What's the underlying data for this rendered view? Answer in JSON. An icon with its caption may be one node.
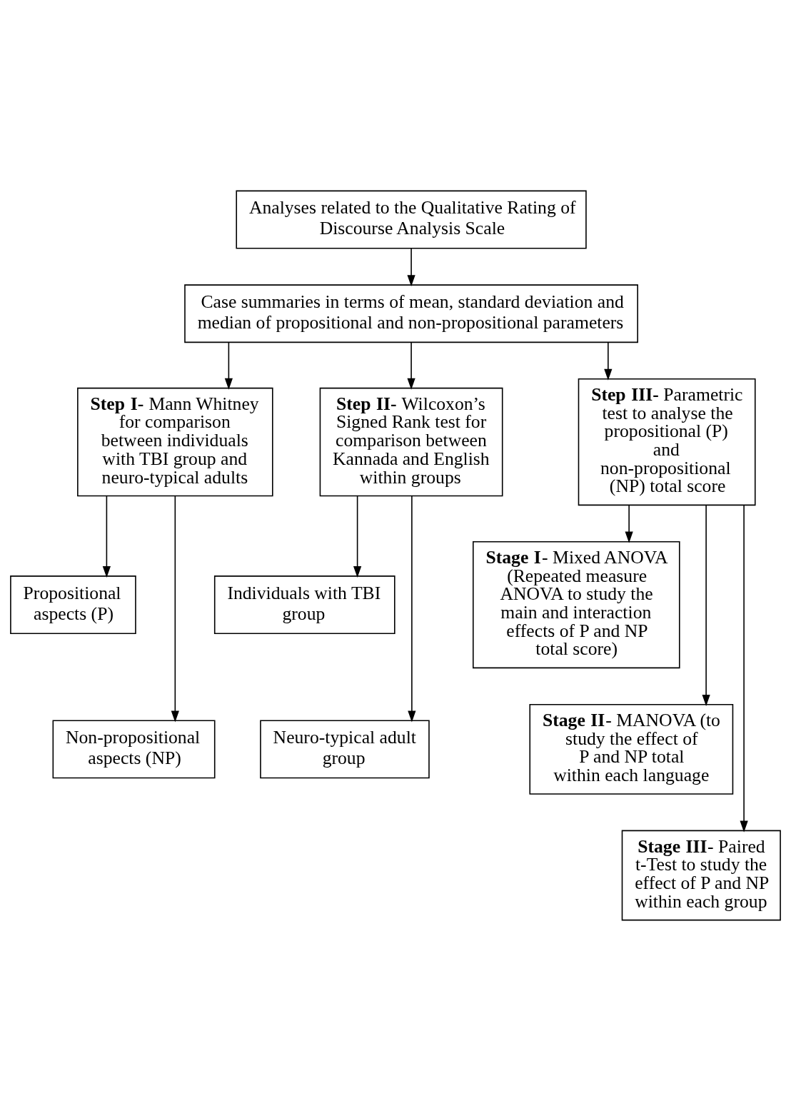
{
  "diagram": {
    "nodes": [
      {
        "text": [
          "Analyses related to the Qualitative Rating of Discourse Analysis Scale"
        ]
      },
      {
        "text": [
          "Case summaries in terms of mean, standard deviation and median of propositional and non-propositional parameters"
        ]
      },
      {
        "text": [
          "**Step I-** Mann Whitney for comparison between individuals with TBI group and neuro-typical adults"
        ]
      },
      {
        "text": [
          "**Step II-** Wilcoxon’s Signed Rank test for comparison between Kannada and English within groups"
        ]
      },
      {
        "text": [
          "**Step III-** Parametric test to analyse the propositional (P) and non-propositional (NP) total score"
        ]
      },
      {
        "text": [
          "Propositional aspects (P)"
        ]
      },
      {
        "text": [
          "Non-propositional aspects (NP)"
        ]
      },
      {
        "text": [
          "Individuals with TBI group"
        ]
      },
      {
        "text": [
          "Neuro-typical adult group"
        ]
      },
      {
        "text": [
          "**Stage I**- Mixed ANOVA (Repeated measure ANOVA to study the main and interaction effects of P and NP total score)"
        ]
      },
      {
        "text": [
          "**Stage II**- MANOVA (to study the effect of P and NP total within each language"
        ]
      },
      {
        "text": [
          "**Stage III**- Paired t-Test to study the effect of P and NP within each group"
        ]
      }
    ],
    "edges": [
      {
        "from": 0,
        "to": 1,
        "arrow": "to"
      },
      {
        "from": 1,
        "to": 2,
        "arrow": "to"
      },
      {
        "from": 1,
        "to": 3,
        "arrow": "to"
      },
      {
        "from": 1,
        "to": 4,
        "arrow": "to"
      },
      {
        "from": 2,
        "to": 5,
        "arrow": "to"
      },
      {
        "from": 2,
        "to": 6,
        "arrow": "to"
      },
      {
        "from": 3,
        "to": 7,
        "arrow": "to"
      },
      {
        "from": 3,
        "to": 8,
        "arrow": "to"
      },
      {
        "from": 4,
        "to": 9,
        "arrow": "to"
      },
      {
        "from": 4,
        "to": 10,
        "arrow": "to"
      },
      {
        "from": 4,
        "to": 11,
        "arrow": "to"
      }
    ]
  }
}
